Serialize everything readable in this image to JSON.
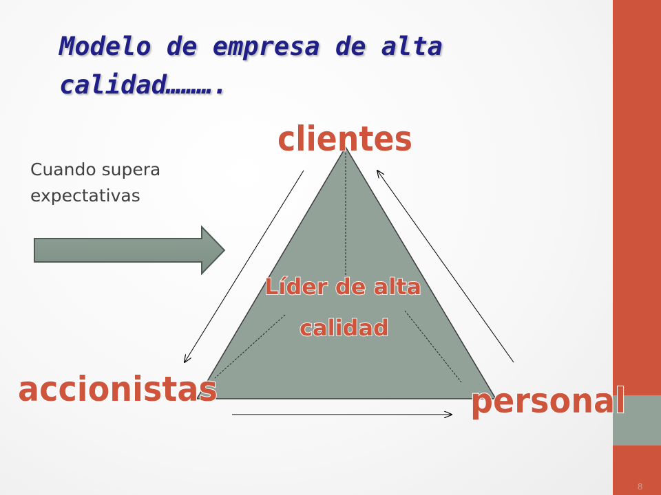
{
  "slide": {
    "title": "Modelo de empresa de alta calidad……….",
    "caption": "Cuando supera expectativas",
    "page_number": "8"
  },
  "diagram": {
    "center_label_line1": "Líder de alta",
    "center_label_line2": "calidad",
    "vertex_top": "clientes",
    "vertex_left": "accionistas",
    "vertex_right": "personal"
  },
  "colors": {
    "accent": "#cf543c",
    "shape_fill": "#93a299",
    "title_color": "#1f1f87",
    "caption_color": "#404040",
    "label_fill": "#cf543c",
    "label_stroke": "#ffffff"
  }
}
